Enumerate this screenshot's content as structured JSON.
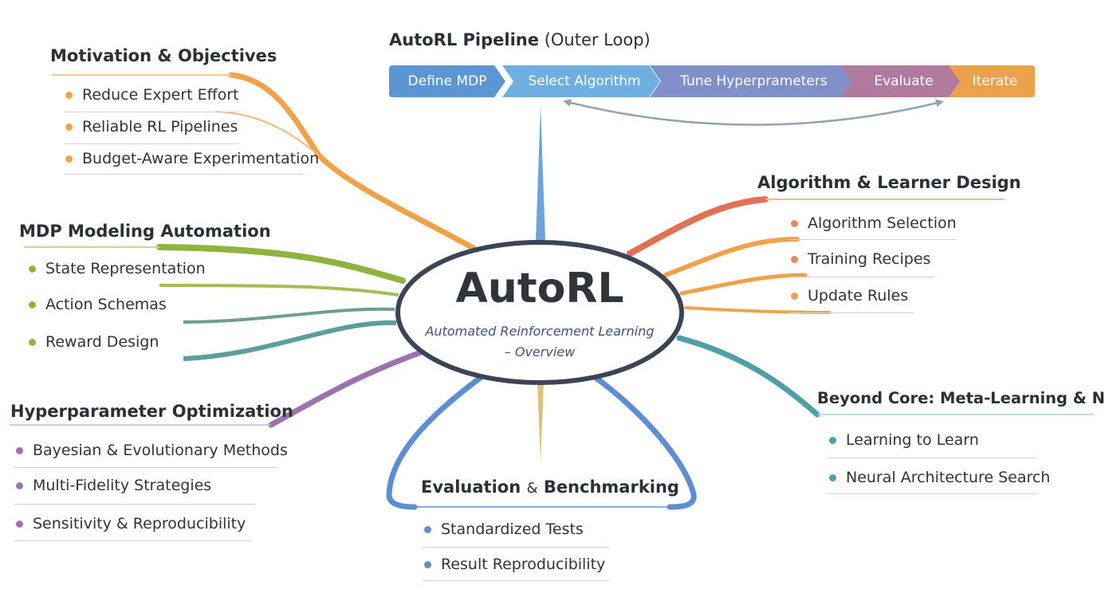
{
  "colors": {
    "motivation": "#f0a24a",
    "mdp": "#8fb33e",
    "hpo": "#9a72b0",
    "evaluation": "#5b8fd1",
    "algorithm": "#e8875e",
    "beyond": "#4f9fa8",
    "center_border": "#3b4452",
    "loop_arrow": "#8fa3b4"
  },
  "pipeline": {
    "title": "AutoRL Pipeline",
    "subtitle": "(Outer Loop)",
    "steps": [
      {
        "label": "Define MDP",
        "color": "#5b95d4"
      },
      {
        "label": "Select Algorithm",
        "color": "#6faee0"
      },
      {
        "label": "Tune Hyperprameters",
        "color": "#7f8fc8"
      },
      {
        "label": "Evaluate",
        "color": "#b07a9e"
      },
      {
        "label": "Iterate",
        "color": "#eca24c"
      }
    ]
  },
  "center": {
    "title": "AutoRL",
    "subtitle_line1": "Automated Reinforcement Learning",
    "subtitle_line2": "– Overview"
  },
  "motivation": {
    "title": "Motivation & Objectives",
    "items": [
      "Reduce Expert Effort",
      "Reliable RL Pipelines",
      "Budget-Aware Experimentation"
    ]
  },
  "mdp": {
    "title": "MDP Modeling Automation",
    "items": [
      "State Representation",
      "Action Schemas",
      "Reward Design"
    ]
  },
  "hpo": {
    "title": "Hyperparameter Optimization",
    "items": [
      "Bayesian & Evolutionary Methods",
      "Multi-Fidelity Strategies",
      "Sensitivity & Reproducibility"
    ]
  },
  "evaluation": {
    "title_part1": "Evaluation",
    "title_amp": "&",
    "title_part2": "Benchmarking",
    "items": [
      "Standardized Tests",
      "Result Reproducibility"
    ]
  },
  "algorithm": {
    "title": "Algorithm & Learner Design",
    "items": [
      "Algorithm Selection",
      "Training Recipes",
      "Update Rules"
    ]
  },
  "beyond": {
    "title": "Beyond Core: Meta-Learning & NAS",
    "items": [
      "Learning to Learn",
      "Neural Architecture Search"
    ]
  }
}
